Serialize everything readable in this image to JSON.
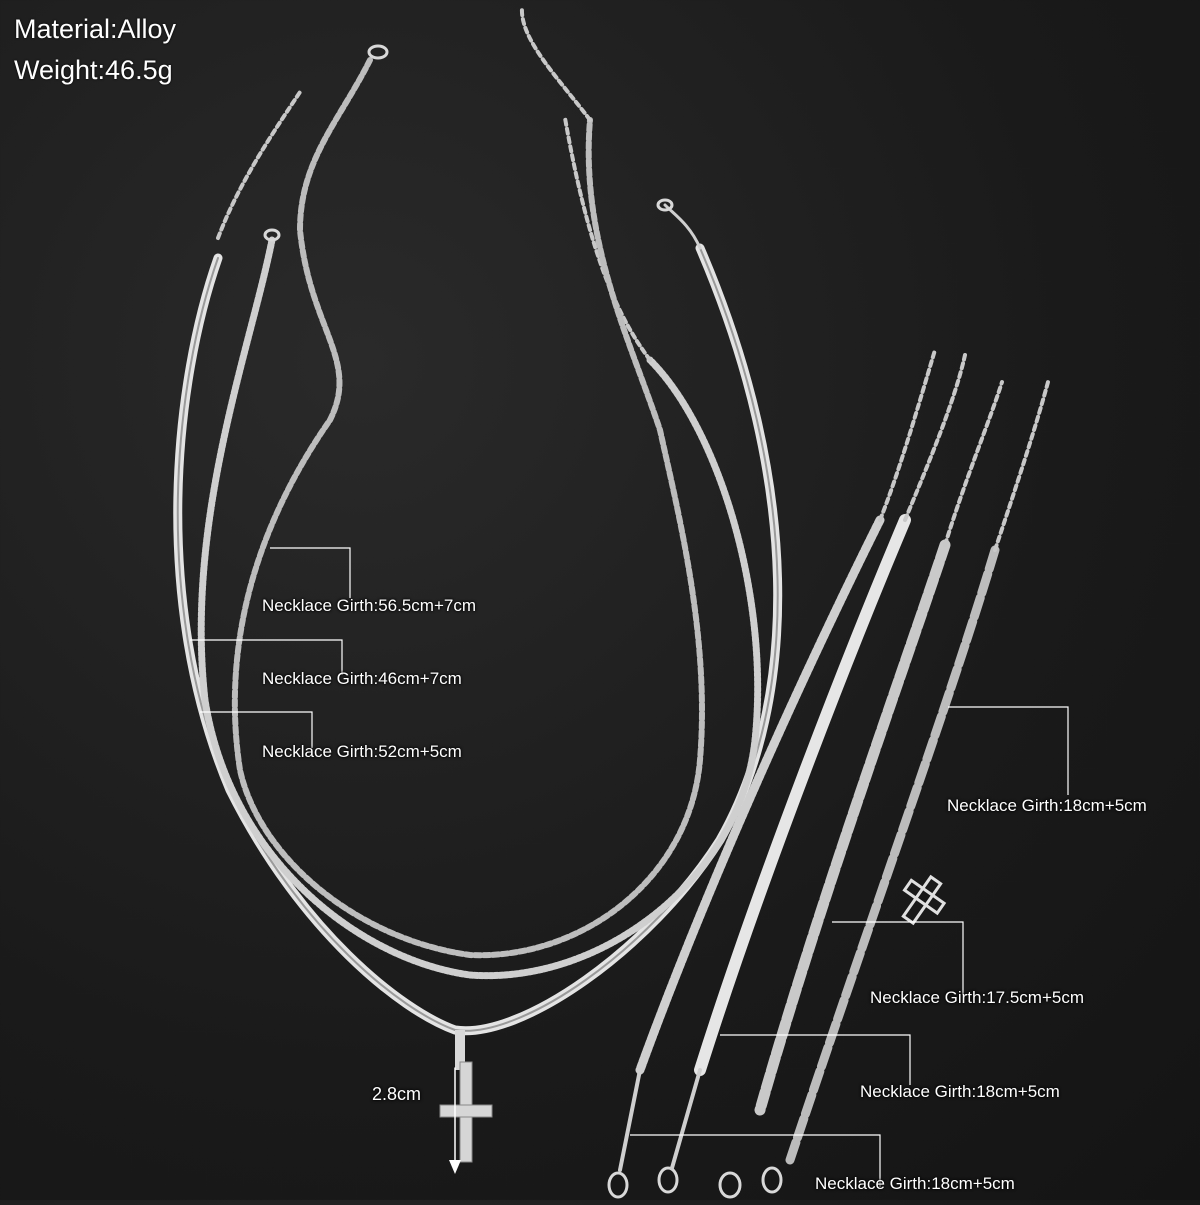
{
  "specs": {
    "material": "Material:Alloy",
    "weight": "Weight:46.5g"
  },
  "labels": {
    "necklace_1": "Necklace Girth:56.5cm+7cm",
    "necklace_2": "Necklace Girth:46cm+7cm",
    "necklace_3": "Necklace Girth:52cm+5cm",
    "pendant": "2.8cm",
    "bracelet_1": "Necklace Girth:18cm+5cm",
    "bracelet_2": "Necklace Girth:17.5cm+5cm",
    "bracelet_3": "Necklace Girth:18cm+5cm",
    "bracelet_4": "Necklace Girth:18cm+5cm"
  },
  "colors": {
    "background": "#1c1c1c",
    "metal": "#d9d9d9",
    "text": "#ffffff"
  }
}
